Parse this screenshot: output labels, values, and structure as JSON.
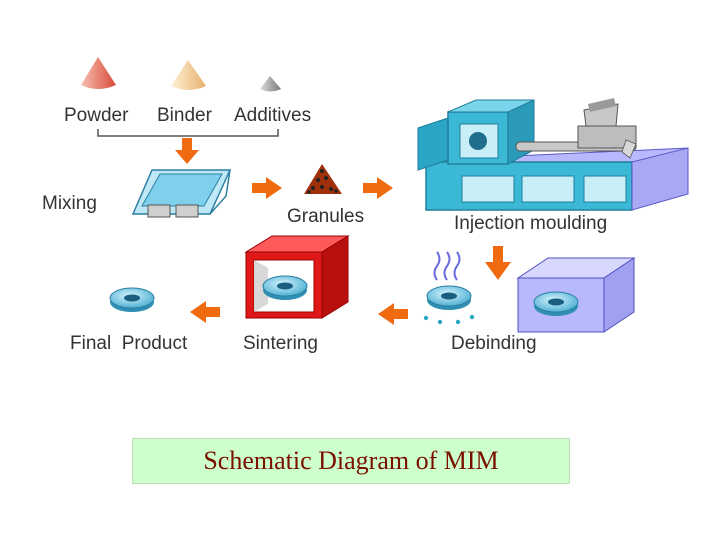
{
  "labels": {
    "powder": "Powder",
    "binder": "Binder",
    "additives": "Additives",
    "mixing": "Mixing",
    "granules": "Granules",
    "injection": "Injection moulding",
    "debinding": "Debinding",
    "sintering": "Sintering",
    "final": "Final  Product"
  },
  "caption": "Schematic Diagram of MIM",
  "colors": {
    "arrow": "#f06a10",
    "machine": "#3bb8d6",
    "furnace": "#e01818",
    "bath": "#b8b8ff",
    "caption_bg": "#ccffcc",
    "caption_text": "#7a0f00"
  }
}
